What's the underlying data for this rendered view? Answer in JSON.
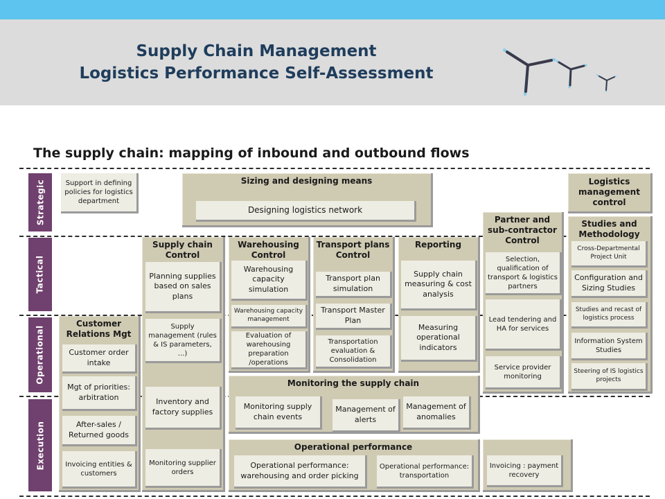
{
  "header": {
    "title_line1": "Supply Chain Management",
    "title_line2": "Logistics Performance Self-Assessment"
  },
  "subtitle": "The supply chain: mapping of inbound and outbound flows",
  "lanes": {
    "strategic": "Strategic",
    "tactical": "Tactical",
    "operational": "Operational",
    "execution": "Execution"
  },
  "strategic": {
    "support_policies": "Support in defining policies for logistics department",
    "sizing_title": "Sizing and designing means",
    "designing_network": "Designing logistics network",
    "logistics_mgmt_control": "Logistics management control"
  },
  "crm": {
    "title": "Customer Relations Mgt",
    "order_intake": "Customer order intake",
    "priorities": "Mgt of priorities: arbitration",
    "after_sales": "After-sales / Returned goods",
    "invoicing": "Invoicing entities & customers"
  },
  "scc": {
    "title": "Supply chain Control",
    "planning": "Planning supplies based on sales plans",
    "supply_mgmt": "Supply management (rules & IS parameters, ...)",
    "inventory": "Inventory and factory supplies",
    "monitoring_orders": "Monitoring supplier orders"
  },
  "warehousing": {
    "title": "Warehousing Control",
    "simulation": "Warehousing capacity simulation",
    "capacity_mgmt": "Warehousing capacity management",
    "evaluation": "Evaluation of warehousing preparation /operations"
  },
  "transport": {
    "title": "Transport plans Control",
    "simulation": "Transport plan simulation",
    "master_plan": "Transport Master Plan",
    "evaluation": "Transportation evaluation & Consolidation"
  },
  "reporting": {
    "title": "Reporting",
    "measuring_cost": "Supply chain measuring & cost analysis",
    "measuring_indicators": "Measuring operational indicators"
  },
  "partner": {
    "title": "Partner and sub-contractor Control",
    "selection": "Selection, qualification of transport & logistics partners",
    "tendering": "Lead tendering and HA for services",
    "monitoring": "Service provider monitoring"
  },
  "studies": {
    "title": "Studies and Methodology",
    "cross_dept": "Cross-Departmental Project Unit",
    "config_sizing": "Configuration and Sizing Studies",
    "recast": "Studies and recast of logistics process",
    "info_systems": "Information System Studies",
    "steering": "Steering of IS logistics projects"
  },
  "monitoring": {
    "title": "Monitoring the supply chain",
    "events": "Monitoring supply chain events",
    "alerts": "Management of alerts",
    "anomalies": "Management of anomalies"
  },
  "operational_performance": {
    "title": "Operational performance",
    "warehousing_order": "Operational performance: warehousing and order picking",
    "transportation": "Operational performance: transportation"
  },
  "invoicing_payment": "Invoicing : payment recovery",
  "colors": {
    "top_bar": "#5cc4ee",
    "header_bg": "#dcdcdc",
    "title_text": "#1f3d5c",
    "lane": "#70406e",
    "panel": "#cfcab2",
    "box": "#eeede3"
  },
  "icons": {
    "logo": "three-branch-logo-icon"
  }
}
